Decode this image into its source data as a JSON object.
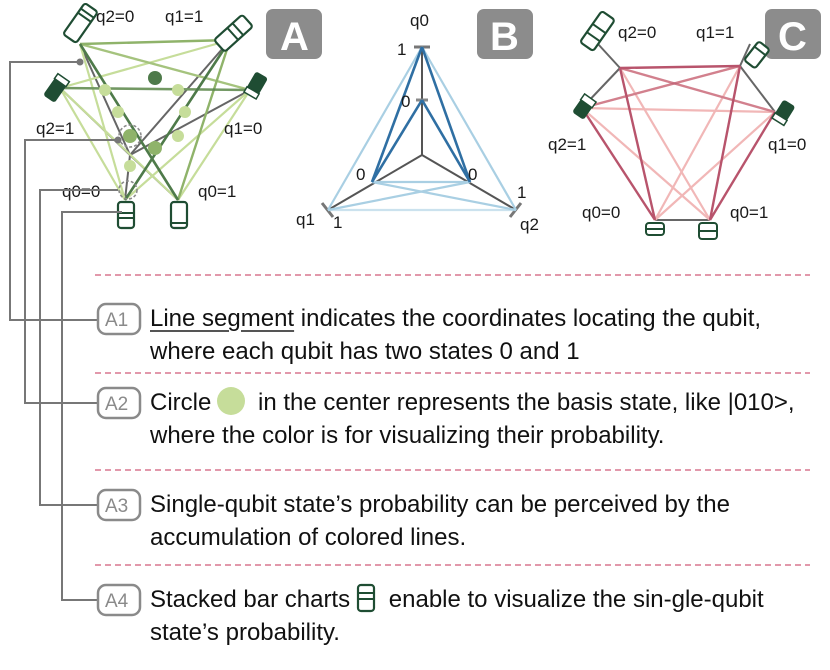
{
  "panels": {
    "A": {
      "letter": "A",
      "labels": {
        "q2_0": "q2=0",
        "q1_1": "q1=1",
        "q2_1": "q2=1",
        "q1_0": "q1=0",
        "q0_0": "q0=0",
        "q0_1": "q0=1"
      }
    },
    "B": {
      "letter": "B",
      "labels": {
        "q0": "q0",
        "q1": "q1",
        "q2": "q2",
        "q0_one": "1",
        "q0_zero": "0",
        "q1_zero": "0",
        "q1_one": "1",
        "q2_zero": "0",
        "q2_one": "1"
      }
    },
    "C": {
      "letter": "C",
      "labels": {
        "q2_0": "q2=0",
        "q1_1": "q1=1",
        "q2_1": "q2=1",
        "q1_0": "q1=0",
        "q0_0": "q0=0",
        "q0_1": "q0=1"
      }
    }
  },
  "descriptions": [
    {
      "badge": "A1",
      "highlight": "Line segment",
      "text": " indicates the coordinates locating the qubit, where each qubit has two states 0 and 1"
    },
    {
      "badge": "A2",
      "before": "Circle",
      "after": " in the center represents the basis state, like |010>, where the color is for visualizing their probability."
    },
    {
      "badge": "A3",
      "text": "Single-qubit state’s probability can be perceived by the accumulation of colored lines."
    },
    {
      "badge": "A4",
      "before": "Stacked bar charts",
      "after": " enable to visualize the sin-gle-qubit state’s probability."
    }
  ],
  "colors": {
    "panel_badge": "#8c8c8c",
    "green_light": "#c6dd9a",
    "green_mid": "#8fb36a",
    "green_dark": "#4e7a4a",
    "blue_light": "#a9cfe3",
    "blue_dark": "#2f6fa3",
    "pink_light": "#f1b7b7",
    "pink_dark": "#b8546c",
    "icon_green": "#1f4d33",
    "separator": "#d9768f"
  }
}
